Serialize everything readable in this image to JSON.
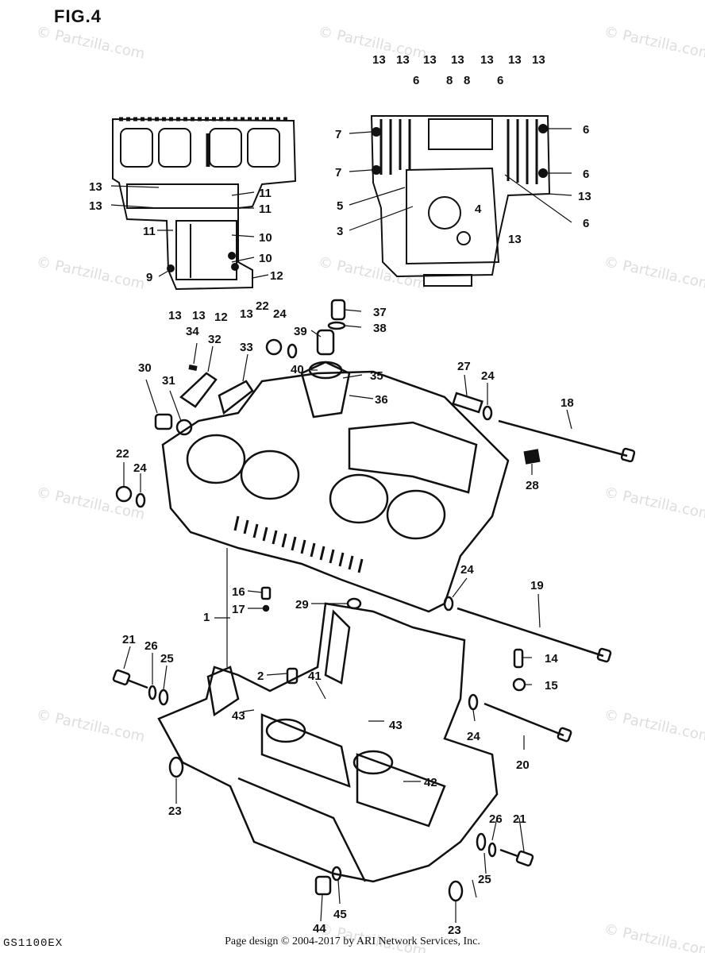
{
  "figure": {
    "title": "FIG.4",
    "model": "GS1100EX"
  },
  "footer": {
    "text": "Page design © 2004-2017 by ARI Network Services, Inc."
  },
  "watermark": {
    "text": "© Partzilla.com"
  },
  "colors": {
    "ink": "#111111",
    "watermark": "#cfcfcf",
    "background": "#ffffff"
  },
  "callouts": [
    {
      "id": "t13a",
      "label": "13"
    },
    {
      "id": "t13b",
      "label": "13"
    },
    {
      "id": "t13c",
      "label": "13"
    },
    {
      "id": "t13d",
      "label": "13"
    },
    {
      "id": "t13e",
      "label": "13"
    },
    {
      "id": "t13f",
      "label": "13"
    },
    {
      "id": "t13g",
      "label": "13"
    },
    {
      "id": "t6a",
      "label": "6"
    },
    {
      "id": "t8a",
      "label": "8"
    },
    {
      "id": "t8b",
      "label": "8"
    },
    {
      "id": "t6b",
      "label": "6"
    },
    {
      "id": "r7a",
      "label": "7"
    },
    {
      "id": "r7b",
      "label": "7"
    },
    {
      "id": "r5",
      "label": "5"
    },
    {
      "id": "r3",
      "label": "3"
    },
    {
      "id": "r4",
      "label": "4"
    },
    {
      "id": "r6a",
      "label": "6"
    },
    {
      "id": "r6b",
      "label": "6"
    },
    {
      "id": "r13a",
      "label": "13"
    },
    {
      "id": "r6c",
      "label": "6"
    },
    {
      "id": "r13b",
      "label": "13"
    },
    {
      "id": "l13a",
      "label": "13"
    },
    {
      "id": "l13b",
      "label": "13"
    },
    {
      "id": "l11a",
      "label": "11"
    },
    {
      "id": "l11b",
      "label": "11"
    },
    {
      "id": "l11c",
      "label": "11"
    },
    {
      "id": "l10a",
      "label": "10"
    },
    {
      "id": "l10b",
      "label": "10"
    },
    {
      "id": "l9",
      "label": "9"
    },
    {
      "id": "l12a",
      "label": "12"
    },
    {
      "id": "b13a",
      "label": "13"
    },
    {
      "id": "b13b",
      "label": "13"
    },
    {
      "id": "b12",
      "label": "12"
    },
    {
      "id": "b13c",
      "label": "13"
    },
    {
      "id": "c22a",
      "label": "22"
    },
    {
      "id": "c24a",
      "label": "24"
    },
    {
      "id": "c37",
      "label": "37"
    },
    {
      "id": "c38",
      "label": "38"
    },
    {
      "id": "c39",
      "label": "39"
    },
    {
      "id": "c34",
      "label": "34"
    },
    {
      "id": "c32",
      "label": "32"
    },
    {
      "id": "c33",
      "label": "33"
    },
    {
      "id": "c40",
      "label": "40"
    },
    {
      "id": "c35",
      "label": "35"
    },
    {
      "id": "c36",
      "label": "36"
    },
    {
      "id": "c30",
      "label": "30"
    },
    {
      "id": "c31",
      "label": "31"
    },
    {
      "id": "c27",
      "label": "27"
    },
    {
      "id": "c24b",
      "label": "24"
    },
    {
      "id": "c18",
      "label": "18"
    },
    {
      "id": "c22b",
      "label": "22"
    },
    {
      "id": "c24c",
      "label": "24"
    },
    {
      "id": "c28",
      "label": "28"
    },
    {
      "id": "c24d",
      "label": "24"
    },
    {
      "id": "c19",
      "label": "19"
    },
    {
      "id": "c16",
      "label": "16"
    },
    {
      "id": "c17",
      "label": "17"
    },
    {
      "id": "c1",
      "label": "1"
    },
    {
      "id": "c29",
      "label": "29"
    },
    {
      "id": "c21a",
      "label": "21"
    },
    {
      "id": "c26a",
      "label": "26"
    },
    {
      "id": "c25a",
      "label": "25"
    },
    {
      "id": "c2",
      "label": "2"
    },
    {
      "id": "c41",
      "label": "41"
    },
    {
      "id": "c14",
      "label": "14"
    },
    {
      "id": "c15",
      "label": "15"
    },
    {
      "id": "c43a",
      "label": "43"
    },
    {
      "id": "c43b",
      "label": "43"
    },
    {
      "id": "c24e",
      "label": "24"
    },
    {
      "id": "c20",
      "label": "20"
    },
    {
      "id": "c42",
      "label": "42"
    },
    {
      "id": "c23a",
      "label": "23"
    },
    {
      "id": "c26b",
      "label": "26"
    },
    {
      "id": "c21b",
      "label": "21"
    },
    {
      "id": "c25b",
      "label": "25"
    },
    {
      "id": "c44",
      "label": "44"
    },
    {
      "id": "c45",
      "label": "45"
    },
    {
      "id": "c23b",
      "label": "23"
    }
  ]
}
